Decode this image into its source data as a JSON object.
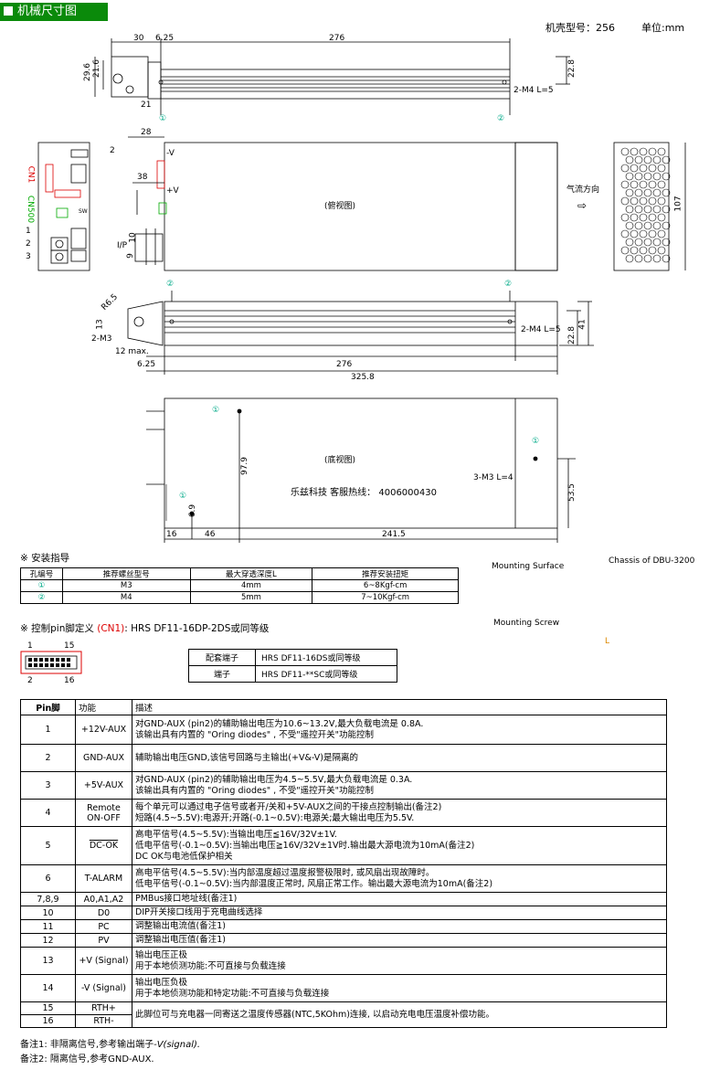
{
  "header": {
    "title": "机械尺寸图",
    "case_label": "机壳型号：256",
    "unit_label": "单位:mm"
  },
  "drawing": {
    "top_view": {
      "d30": "30",
      "d625": "6.25",
      "d276": "276",
      "d296": "29.6",
      "d216": "21.6",
      "d21": "21",
      "d228": "22.8",
      "screw": "2-M4  L=5",
      "m1": "①",
      "m2": "②"
    },
    "side_view": {
      "d28": "28",
      "d2": "2",
      "neg": "-V",
      "d38": "38",
      "pos": "+V",
      "d10": "10",
      "d9": "9",
      "ip": "I/P",
      "center": "(俯视图)",
      "airflow": "气流方向",
      "arrow": "⇨",
      "d107": "107"
    },
    "panel": {
      "cn1": "CN1",
      "cn500": "CN500",
      "t1": "1",
      "t2": "2",
      "t3": "3",
      "sw": "SW"
    },
    "front_view": {
      "r65": "R6.5",
      "d13": "13",
      "m3": "2-M3",
      "max12": "12 max.",
      "d625": "6.25",
      "d276": "276",
      "d3258": "325.8",
      "screw": "2-M4  L=5",
      "d228": "22.8",
      "d41": "41",
      "m1": "②",
      "m2": "②"
    },
    "bottom_view": {
      "center": "(底视图)",
      "service": "乐兹科技  客服热线： 4006000430",
      "d979": "97.9",
      "d69": "6.9",
      "d16": "16",
      "d46": "46",
      "d2415": "241.5",
      "screw": "3-M3  L=4",
      "d535": "53.5",
      "m1": "①",
      "m2": "①",
      "m3": "①"
    }
  },
  "install": {
    "title": "※ 安装指导",
    "headers": [
      "孔编号",
      "推荐螺丝型号",
      "最大穿透深度L",
      "推荐安装扭矩"
    ],
    "rows": [
      [
        "①",
        "M3",
        "4mm",
        "6~8Kgf-cm"
      ],
      [
        "②",
        "M4",
        "5mm",
        "7~10Kgf-cm"
      ]
    ],
    "diagram": {
      "surface": "Mounting Surface",
      "chassis": "Chassis of DBU-3200",
      "screw": "Mounting Screw",
      "l": "L"
    }
  },
  "cn1": {
    "title_pre": "※ 控制pin脚定义 ",
    "title_cn": "(CN1)",
    "title_post": ": HRS DF11-16DP-2DS或同等级",
    "p1": "1",
    "p15": "15",
    "p2": "2",
    "p16": "16",
    "mating": [
      [
        "配套端子",
        "HRS DF11-16DS或同等级"
      ],
      [
        "端子",
        "HRS DF11-**SC或同等级"
      ]
    ]
  },
  "pins": {
    "headers": [
      "Pin脚",
      "功能",
      "描述"
    ],
    "rows": [
      {
        "pin": "1",
        "func": "+12V-AUX",
        "desc": [
          "对GND-AUX (pin2)的辅助输出电压为10.6~13.2V,最大负载电流是 0.8A.",
          "该输出具有内置的 \"Oring diodes\" , 不受\"遥控开关\"功能控制"
        ]
      },
      {
        "pin": "2",
        "func": "GND-AUX",
        "desc": [
          "辅助输出电压GND,该信号回路与主输出(+V&-V)是隔离的"
        ]
      },
      {
        "pin": "3",
        "func": "+5V-AUX",
        "desc": [
          "对GND-AUX (pin2)的辅助输出电压为4.5~5.5V,最大负载电流是 0.3A.",
          "该输出具有内置的 \"Oring diodes\" , 不受\"遥控开关\"功能控制"
        ]
      },
      {
        "pin": "4",
        "func": "Remote",
        "func2": "ON-OFF",
        "desc": [
          "每个单元可以通过电子信号或者开/关和+5V-AUX之间的干接点控制输出(备注2)",
          "短路(4.5~5.5V):电源开;开路(-0.1~0.5V):电源关;最大输出电压为5.5V."
        ]
      },
      {
        "pin": "5",
        "func": "DC-OK",
        "desc": [
          "高电平信号(4.5~5.5V):当输出电压≦16V/32V±1V.",
          "低电平信号(-0.1~0.5V):当输出电压≧16V/32V±1V时.输出最大源电流为10mA(备注2)",
          "DC OK与电池低保护相关"
        ]
      },
      {
        "pin": "6",
        "func": "T-ALARM",
        "desc": [
          "高电平信号(4.5~5.5V):当内部温度超过温度报警极限时, 或风扇出现故障时。",
          "低电平信号(-0.1~0.5V):当内部温度正常时, 风扇正常工作。输出最大源电流为10mA(备注2)"
        ]
      },
      {
        "pin": "7,8,9",
        "func": "A0,A1,A2",
        "desc": [
          "PMBus接口地址线(备注1)"
        ]
      },
      {
        "pin": "10",
        "func": "D0",
        "desc": [
          "DIP开关接口线用于充电曲线选择"
        ]
      },
      {
        "pin": "11",
        "func": "PC",
        "desc": [
          "调整输出电流值(备注1)"
        ]
      },
      {
        "pin": "12",
        "func": "PV",
        "desc": [
          "调整输出电压值(备注1)"
        ]
      },
      {
        "pin": "13",
        "func": "+V (Signal)",
        "desc": [
          "输出电压正极",
          "用于本地侦测功能:不可直接与负载连接"
        ]
      },
      {
        "pin": "14",
        "func": "-V (Signal)",
        "desc": [
          "输出电压负极",
          "用于本地侦测功能和特定功能:不可直接与负载连接"
        ]
      },
      {
        "pin": "15",
        "func": "RTH+",
        "desc": [
          "此脚位可与充电器一同寄送之温度传感器(NTC,5KOhm)连接, 以启动充电电压温度补偿功能。"
        ]
      },
      {
        "pin": "16",
        "func": "RTH-",
        "desc": []
      }
    ]
  },
  "notes": {
    "n1a": "备注1: 非隔离信号,参考输出端子",
    "n1b": "-V(signal).",
    "n2": "备注2: 隔离信号,参考GND-AUX."
  }
}
